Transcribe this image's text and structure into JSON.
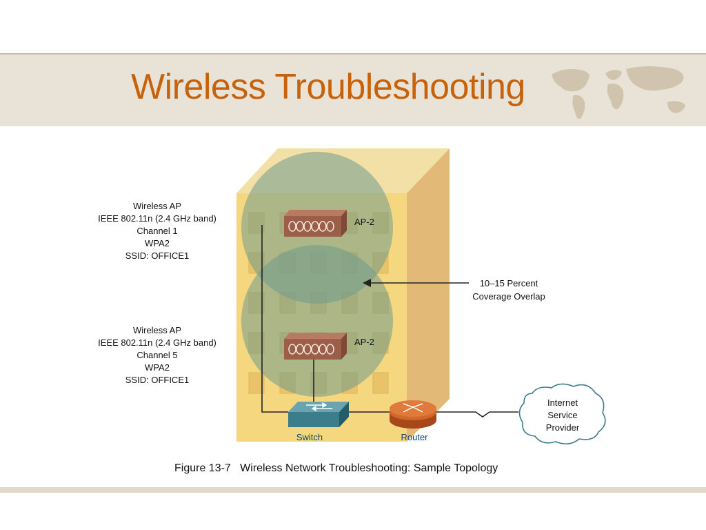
{
  "slide": {
    "title": "Wireless Troubleshooting",
    "caption": "Figure 13-7   Wireless Network Troubleshooting: Sample Topology"
  },
  "diagram": {
    "ap_top": {
      "label": "AP-2",
      "description": [
        "Wireless AP",
        "IEEE 802.11n (2.4 GHz band)",
        "Channel 1",
        "WPA2",
        "SSID: OFFICE1"
      ]
    },
    "ap_bottom": {
      "label": "AP-2",
      "description": [
        "Wireless AP",
        "IEEE 802.11n (2.4 GHz band)",
        "Channel 5",
        "WPA2",
        "SSID: OFFICE1"
      ]
    },
    "overlap_callout": [
      "10–15 Percent",
      "Coverage Overlap"
    ],
    "switch_label": "Switch",
    "router_label": "Router",
    "isp_cloud": [
      "Internet",
      "Service",
      "Provider"
    ]
  },
  "colors": {
    "title": "#c8620a",
    "header_band": "#e9e2d7",
    "building_front": "#f5d77f",
    "building_side": "#e2b977",
    "coverage": "#6f9a8c",
    "ap_box": "#9b5e48",
    "switch": "#3b7d8a",
    "router": "#d2672a",
    "label_blue": "#12436b"
  }
}
